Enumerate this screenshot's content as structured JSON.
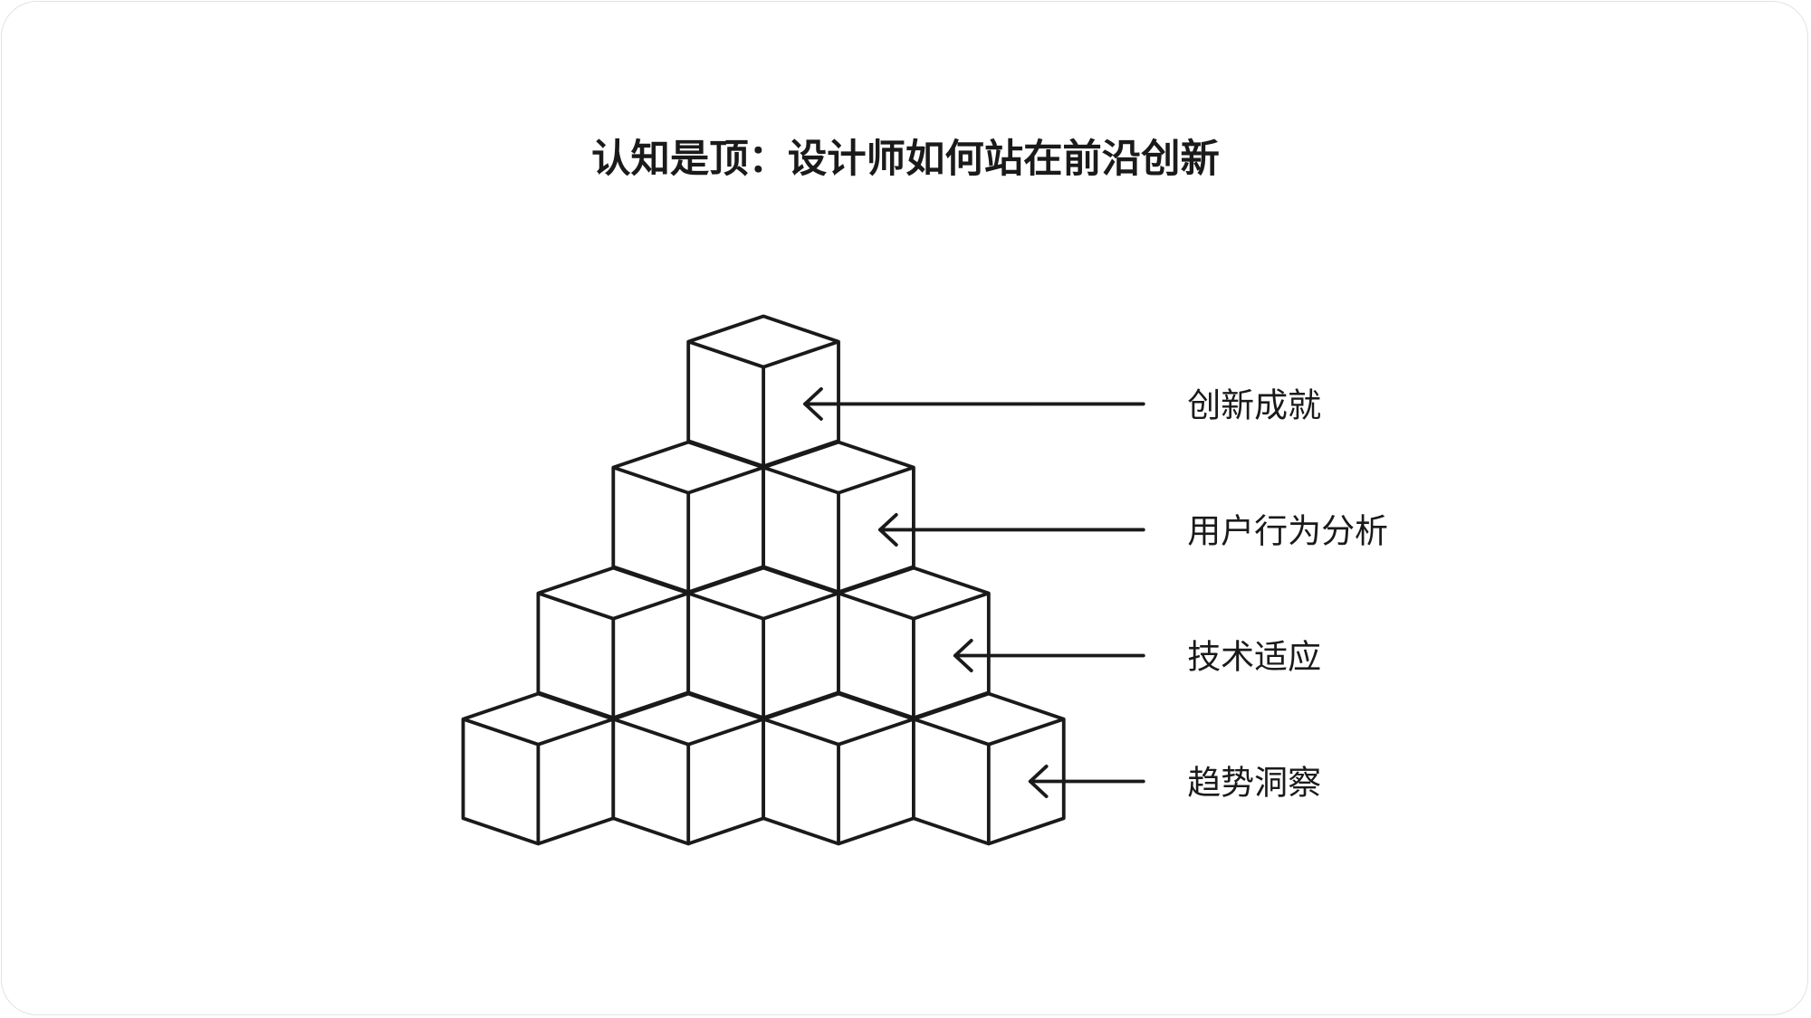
{
  "title": "认知是顶：设计师如何站在前沿创新",
  "levels": [
    {
      "label": "创新成就",
      "cubes": 1
    },
    {
      "label": "用户行为分析",
      "cubes": 2
    },
    {
      "label": "技术适应",
      "cubes": 3
    },
    {
      "label": "趋势洞察",
      "cubes": 4
    }
  ],
  "colors": {
    "stroke": "#1a1a1a",
    "fill": "#ffffff"
  }
}
